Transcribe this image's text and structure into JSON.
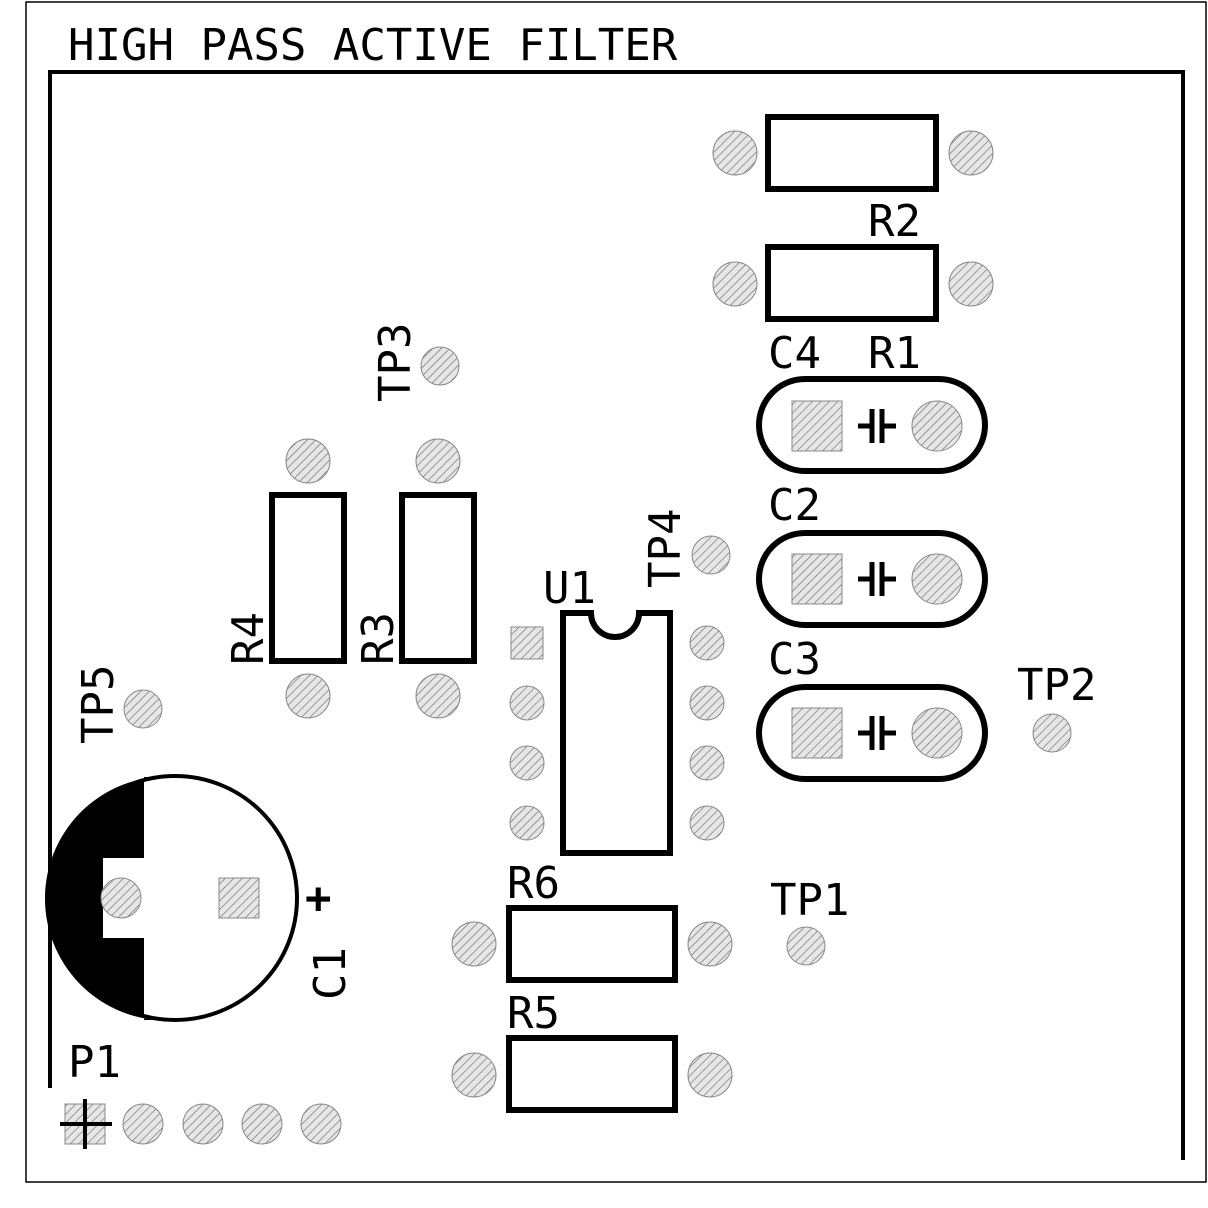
{
  "board": {
    "title": "HIGH PASS ACTIVE FILTER",
    "colors": {
      "silk": "#000000",
      "pad_fill": "#d9d9d9",
      "pad_hatch": "#7a7a7a",
      "background": "#ffffff"
    }
  },
  "labels": {
    "r2": "R2",
    "r1": "R1",
    "c4": "C4",
    "c2": "C2",
    "c3": "C3",
    "tp2": "TP2",
    "tp3": "TP3",
    "tp4": "TP4",
    "tp5": "TP5",
    "tp1": "TP1",
    "u1": "U1",
    "r4": "R4",
    "r3": "R3",
    "r6": "R6",
    "r5": "R5",
    "c1": "C1",
    "c1_polarity": "+",
    "p1": "P1"
  },
  "components": [
    {
      "ref": "R1",
      "kind": "resistor"
    },
    {
      "ref": "R2",
      "kind": "resistor"
    },
    {
      "ref": "R3",
      "kind": "resistor"
    },
    {
      "ref": "R4",
      "kind": "resistor"
    },
    {
      "ref": "R5",
      "kind": "resistor"
    },
    {
      "ref": "R6",
      "kind": "resistor"
    },
    {
      "ref": "C1",
      "kind": "electrolytic-capacitor"
    },
    {
      "ref": "C2",
      "kind": "ceramic-capacitor"
    },
    {
      "ref": "C3",
      "kind": "ceramic-capacitor"
    },
    {
      "ref": "C4",
      "kind": "ceramic-capacitor"
    },
    {
      "ref": "U1",
      "kind": "dip-8-ic"
    },
    {
      "ref": "P1",
      "kind": "5-pin-header"
    },
    {
      "ref": "TP1",
      "kind": "test-point"
    },
    {
      "ref": "TP2",
      "kind": "test-point"
    },
    {
      "ref": "TP3",
      "kind": "test-point"
    },
    {
      "ref": "TP4",
      "kind": "test-point"
    },
    {
      "ref": "TP5",
      "kind": "test-point"
    }
  ]
}
